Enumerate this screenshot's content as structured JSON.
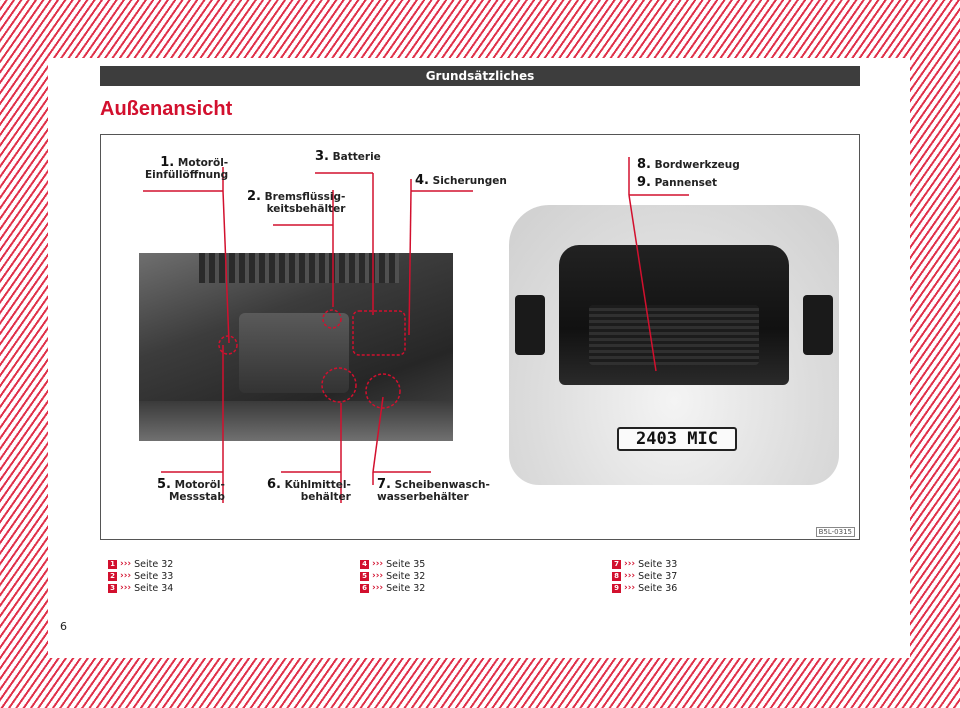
{
  "header": {
    "title": "Grundsätzliches"
  },
  "page_title": "Außenansicht",
  "figure": {
    "code": "B5L-0315",
    "plate_text": "2403 MIC",
    "labels": [
      {
        "num": "1.",
        "text_line1": "Motoröl-",
        "text_line2": "Einfüllöffnung"
      },
      {
        "num": "2.",
        "text_line1": "Bremsflüssig-",
        "text_line2": "keitsbehälter"
      },
      {
        "num": "3.",
        "text_line1": "Batterie",
        "text_line2": ""
      },
      {
        "num": "4.",
        "text_line1": "Sicherungen",
        "text_line2": ""
      },
      {
        "num": "5.",
        "text_line1": "Motoröl-",
        "text_line2": "Messstab"
      },
      {
        "num": "6.",
        "text_line1": "Kühlmittel-",
        "text_line2": "behälter"
      },
      {
        "num": "7.",
        "text_line1": "Scheibenwasch-",
        "text_line2": "wasserbehälter"
      },
      {
        "num": "8.",
        "text_line1": "Bordwerkzeug",
        "text_line2": ""
      },
      {
        "num": "9.",
        "text_line1": "Pannenset",
        "text_line2": ""
      }
    ]
  },
  "refs": [
    {
      "num": "1",
      "arrow": "›››",
      "text": "Seite 32"
    },
    {
      "num": "2",
      "arrow": "›››",
      "text": "Seite 33"
    },
    {
      "num": "3",
      "arrow": "›››",
      "text": "Seite 34"
    },
    {
      "num": "4",
      "arrow": "›››",
      "text": "Seite 35"
    },
    {
      "num": "5",
      "arrow": "›››",
      "text": "Seite 32"
    },
    {
      "num": "6",
      "arrow": "›››",
      "text": "Seite 32"
    },
    {
      "num": "7",
      "arrow": "›››",
      "text": "Seite 33"
    },
    {
      "num": "8",
      "arrow": "›››",
      "text": "Seite 37"
    },
    {
      "num": "9",
      "arrow": "›››",
      "text": "Seite 36"
    }
  ],
  "page_number": "6",
  "colors": {
    "accent": "#d2102e",
    "header_bg": "#3d3d3d"
  }
}
